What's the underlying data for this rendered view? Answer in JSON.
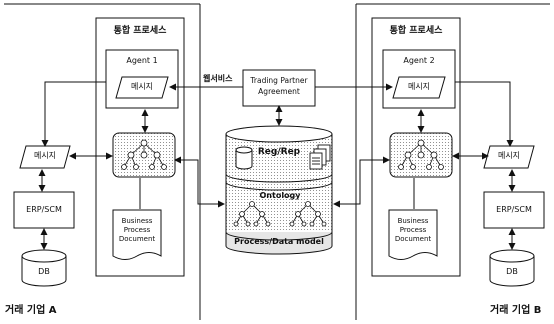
{
  "company_a": {
    "label": "거래 기업 A"
  },
  "company_b": {
    "label": "거래 기업 B"
  },
  "integrated_process_a": {
    "title": "통합 프로세스"
  },
  "integrated_process_b": {
    "title": "통합 프로세스"
  },
  "agent_a": {
    "label": "Agent 1",
    "message": "메시지"
  },
  "agent_b": {
    "label": "Agent 2",
    "message": "메시지"
  },
  "message_a": "메시지",
  "message_b": "메시지",
  "erp_a": "ERP/SCM",
  "erp_b": "ERP/SCM",
  "db_a": "DB",
  "db_b": "DB",
  "bpd_a": [
    "Business",
    "Process",
    "Document"
  ],
  "bpd_b": [
    "Business",
    "Process",
    "Document"
  ],
  "web_service": "웹서비스",
  "tpa": [
    "Trading Partner",
    "Agreement"
  ],
  "registry": "Reg/Rep",
  "ontology": "Ontology",
  "process_model": "Process/Data model"
}
